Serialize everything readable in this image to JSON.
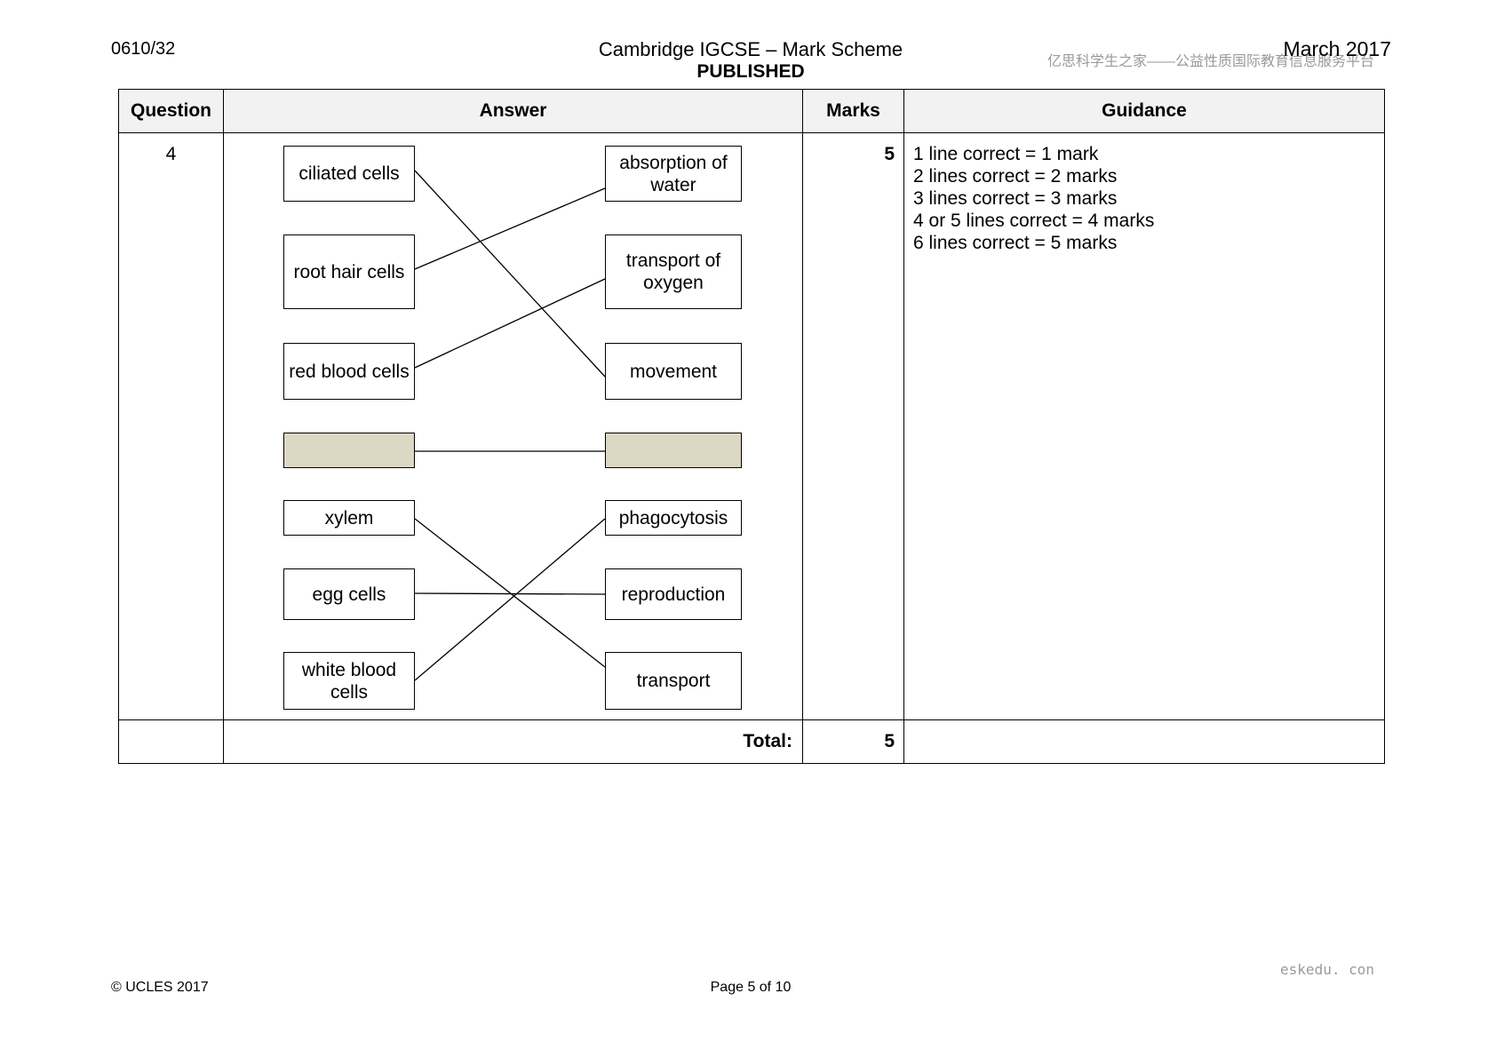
{
  "header": {
    "syllabus_code": "0610/32",
    "title": "Cambridge IGCSE – Mark Scheme",
    "status": "PUBLISHED",
    "date": "March 2017",
    "watermark": "亿思科学生之家——公益性质国际教育信息服务平台"
  },
  "table": {
    "columns": [
      "Question",
      "Answer",
      "Marks",
      "Guidance"
    ],
    "question": "4",
    "marks": "5",
    "guidance": [
      "1 line correct = 1 mark",
      "2 lines correct = 2 marks",
      "3 lines correct = 3 marks",
      "4 or 5 lines correct = 4 marks",
      "6 lines correct = 5 marks"
    ],
    "total_label": "Total:",
    "total_marks": "5"
  },
  "diagram": {
    "left_boxes": [
      {
        "label": "ciliated cells",
        "shaded": false
      },
      {
        "label": "root hair cells",
        "shaded": false
      },
      {
        "label": "red blood cells",
        "shaded": false
      },
      {
        "label": "",
        "shaded": true
      },
      {
        "label": "xylem",
        "shaded": false
      },
      {
        "label": "egg cells",
        "shaded": false
      },
      {
        "label": "white blood cells",
        "shaded": false
      }
    ],
    "right_boxes": [
      {
        "label": "absorption of water",
        "shaded": false
      },
      {
        "label": "transport of oxygen",
        "shaded": false
      },
      {
        "label": "movement",
        "shaded": false
      },
      {
        "label": "",
        "shaded": true
      },
      {
        "label": "phagocytosis",
        "shaded": false
      },
      {
        "label": "reproduction",
        "shaded": false
      },
      {
        "label": "transport",
        "shaded": false
      }
    ],
    "matches": [
      {
        "from": "ciliated cells",
        "to": "movement"
      },
      {
        "from": "root hair cells",
        "to": "absorption of water"
      },
      {
        "from": "red blood cells",
        "to": "transport of oxygen"
      },
      {
        "from": "",
        "to": ""
      },
      {
        "from": "xylem",
        "to": "transport"
      },
      {
        "from": "egg cells",
        "to": "reproduction"
      },
      {
        "from": "white blood cells",
        "to": "phagocytosis"
      }
    ]
  },
  "footer": {
    "copyright": "© UCLES 2017",
    "page": "Page 5 of 10",
    "site_mark": "eskedu. con"
  }
}
